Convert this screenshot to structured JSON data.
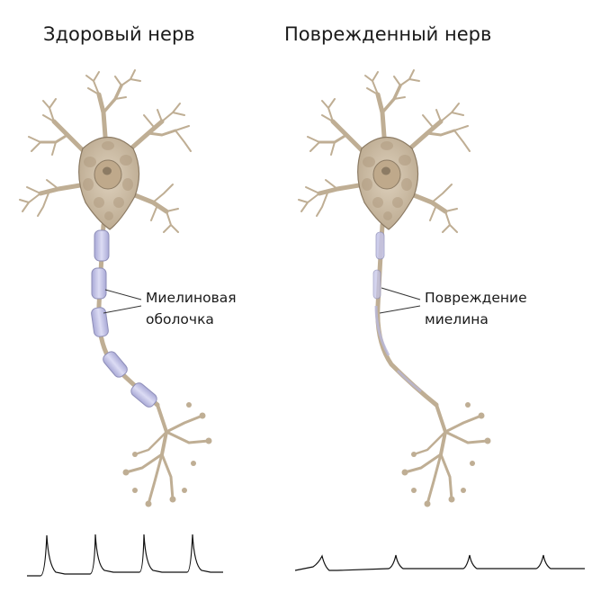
{
  "titles": {
    "healthy": "Здоровый нерв",
    "damaged": "Поврежденный нерв"
  },
  "labels": {
    "myelin_sheath_line1": "Миелиновая",
    "myelin_sheath_line2": "оболочка",
    "myelin_damage_line1": "Повреждение",
    "myelin_damage_line2": "миелина"
  },
  "colors": {
    "neuron_body": "#c8b79e",
    "neuron_outline": "#7a6a55",
    "nucleus": "#b39f85",
    "myelin": "#c5c5e8",
    "myelin_outline": "#8e8eb8",
    "signal_line": "#111111"
  }
}
